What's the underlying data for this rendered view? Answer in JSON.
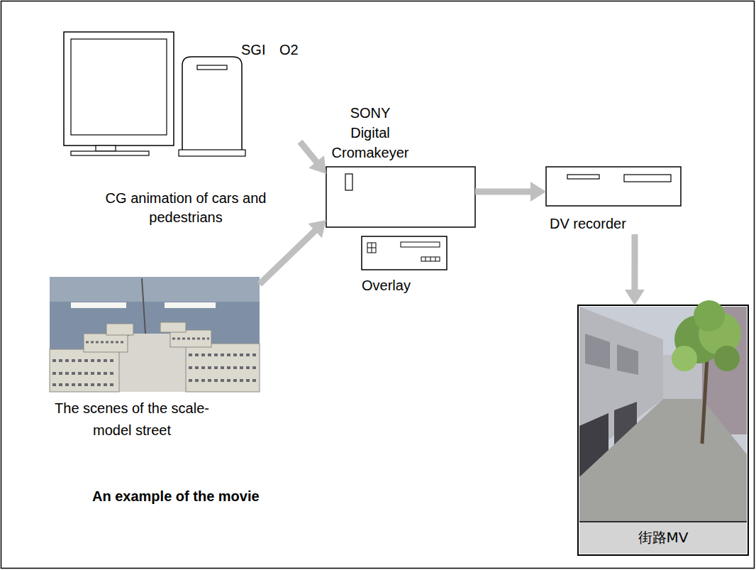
{
  "diagram": {
    "nodes": [
      {
        "text": [
          "SGI O2",
          "CG animation of cars and pedestrians"
        ]
      },
      {
        "text": [
          "The scenes of the scale-model street"
        ]
      },
      {
        "text": [
          "SONY Digital Cromakeyer"
        ]
      },
      {
        "text": [
          "Overlay"
        ]
      },
      {
        "text": [
          "DV recorder"
        ]
      },
      {
        "text": [
          "街路MV"
        ]
      }
    ],
    "edges": [
      {
        "from": 0,
        "to": 2,
        "arrow": "to"
      },
      {
        "from": 1,
        "to": 2,
        "arrow": "to"
      },
      {
        "from": 2,
        "to": 4,
        "arrow": "to"
      },
      {
        "from": 4,
        "to": 5,
        "arrow": "to"
      }
    ],
    "labels": [
      "An example of the movie"
    ]
  }
}
